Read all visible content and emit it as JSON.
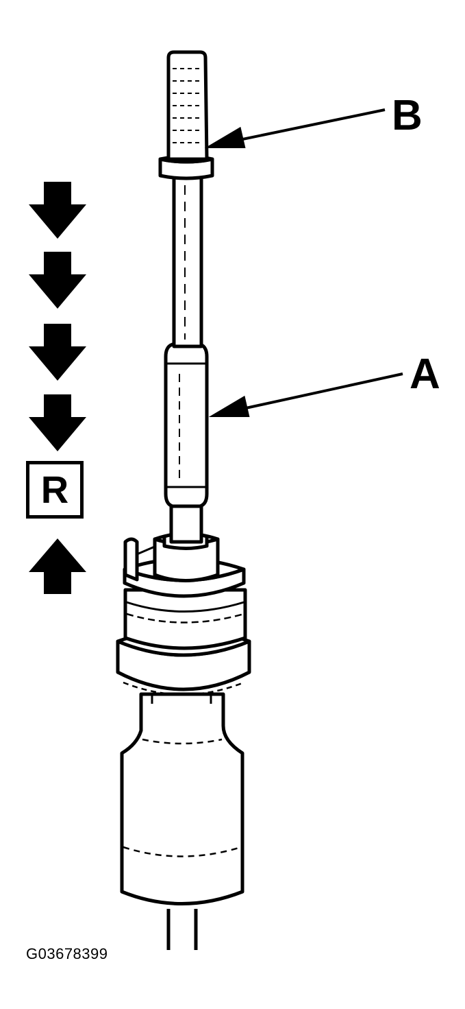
{
  "callouts": {
    "a": "A",
    "b": "B"
  },
  "legend": {
    "r_symbol": "R",
    "arrows": [
      "down-arrow-icon",
      "down-arrow-icon",
      "down-arrow-icon",
      "down-arrow-icon",
      "up-arrow-icon"
    ]
  },
  "figure_id": "G03678399",
  "colors": {
    "ink": "#000000",
    "paper": "#ffffff"
  }
}
